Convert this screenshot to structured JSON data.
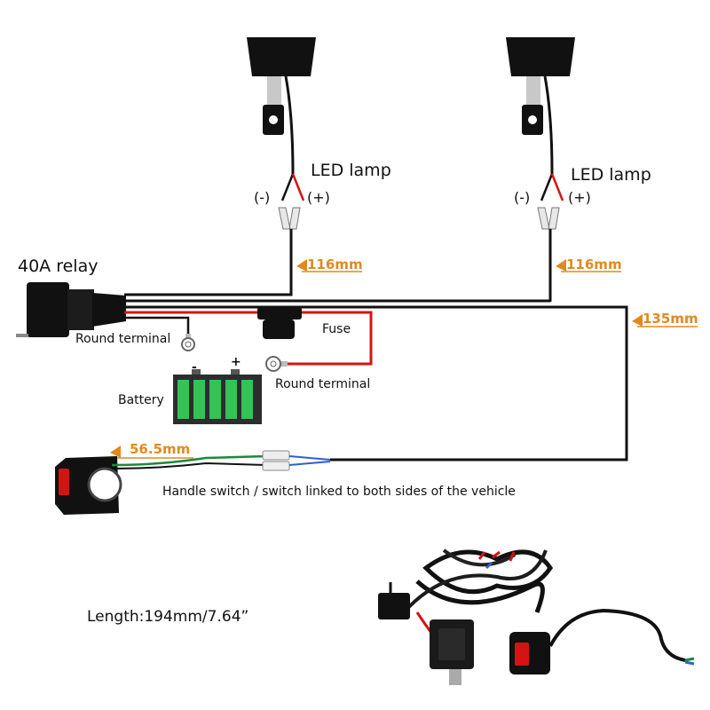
{
  "lamps": [
    {
      "title": "LED lamp",
      "neg": "(-)",
      "pos": "(+)"
    },
    {
      "title": "LED lamp",
      "neg": "(-)",
      "pos": "(+)"
    }
  ],
  "lengths": {
    "lamp_left": "116mm",
    "lamp_right": "116mm",
    "switch_run": "135mm",
    "switch_lead": "56.5mm"
  },
  "relay": {
    "title": "40A relay"
  },
  "labels": {
    "round_terminal_left": "Round terminal",
    "round_terminal_right": "Round terminal",
    "fuse": "Fuse",
    "battery": "Battery",
    "battery_neg": "-",
    "battery_pos": "+",
    "switch": "Handle switch / switch linked to both sides of the vehicle",
    "total_length": "Length:194mm/7.64”"
  },
  "colors": {
    "wire_black": "#111111",
    "wire_red": "#d41414",
    "wire_green": "#1a8a3a",
    "wire_blue": "#2f5fd0",
    "length_accent": "#e08a1e",
    "battery_cell": "#34c259"
  }
}
